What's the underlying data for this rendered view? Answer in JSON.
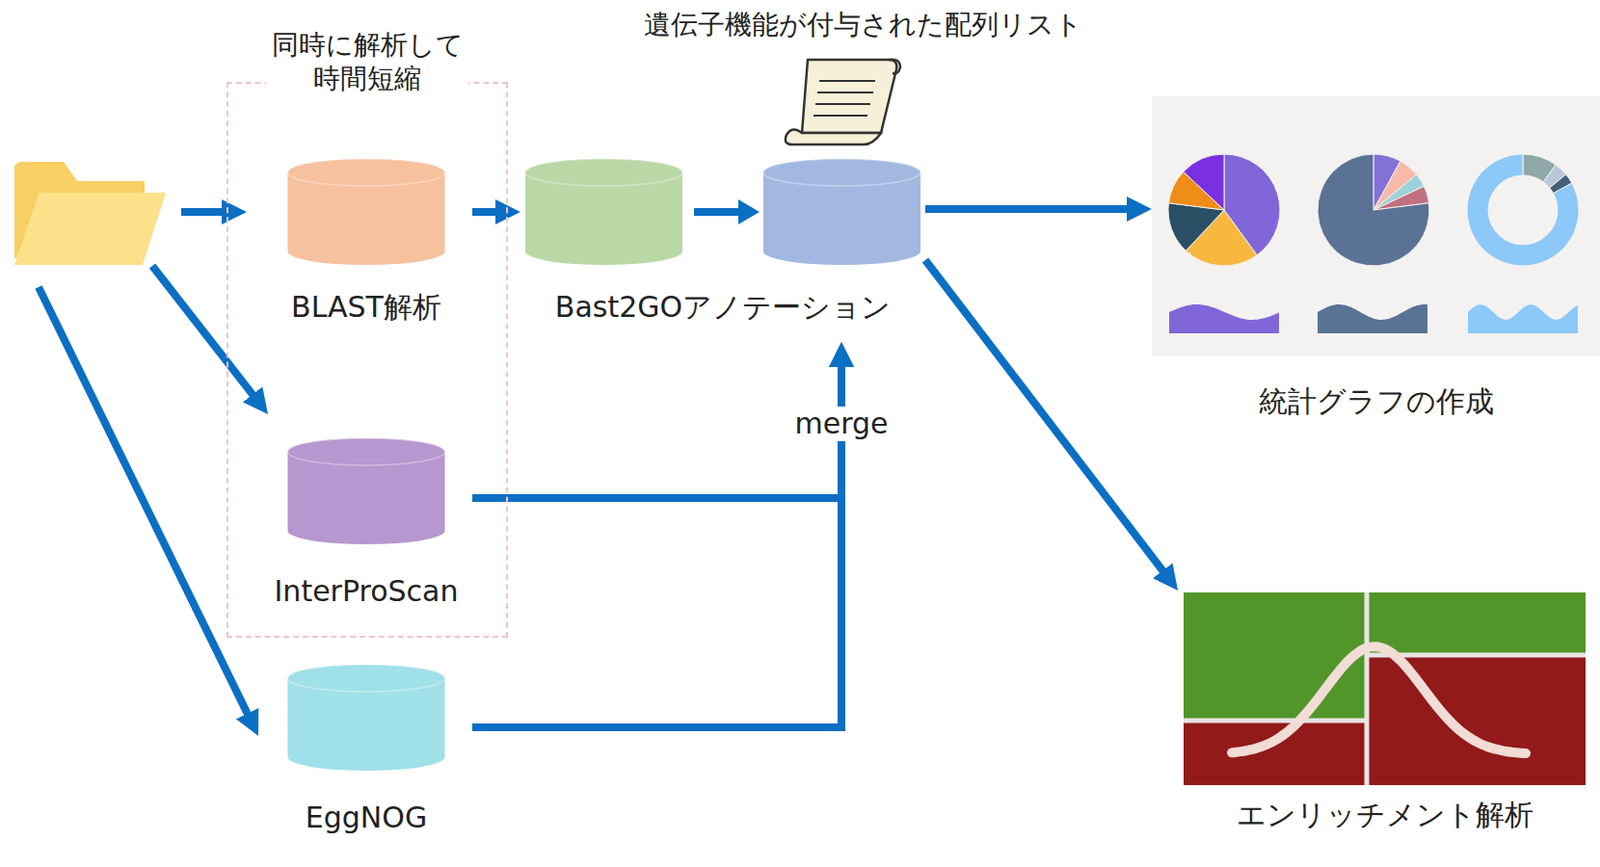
{
  "diagram": {
    "nodes": [
      {
        "text": [
          "同時に解析して 時間短縮"
        ]
      },
      {
        "text": [
          "BLAST解析"
        ],
        "in": 0
      },
      {
        "text": [
          "InterProScan"
        ],
        "in": 0
      },
      {
        "text": [
          "EggNOG"
        ]
      },
      {
        "text": [
          "Bast2GOアノテーション"
        ]
      },
      {
        "text": [
          "統計グラフの作成"
        ]
      },
      {
        "text": [
          "エンリッチメント解析"
        ]
      }
    ],
    "edges": [
      {
        "from": 1,
        "to": 4,
        "arrow": "to"
      },
      {
        "from": 2,
        "to": 4,
        "arrow": "to"
      },
      {
        "from": 3,
        "to": 4,
        "label": "merge",
        "arrow": "to"
      },
      {
        "from": 4,
        "to": 5,
        "arrow": "to"
      },
      {
        "from": 4,
        "to": 6,
        "arrow": "to"
      }
    ],
    "labels": [
      "遺伝子機能が付与された配列リスト"
    ]
  }
}
